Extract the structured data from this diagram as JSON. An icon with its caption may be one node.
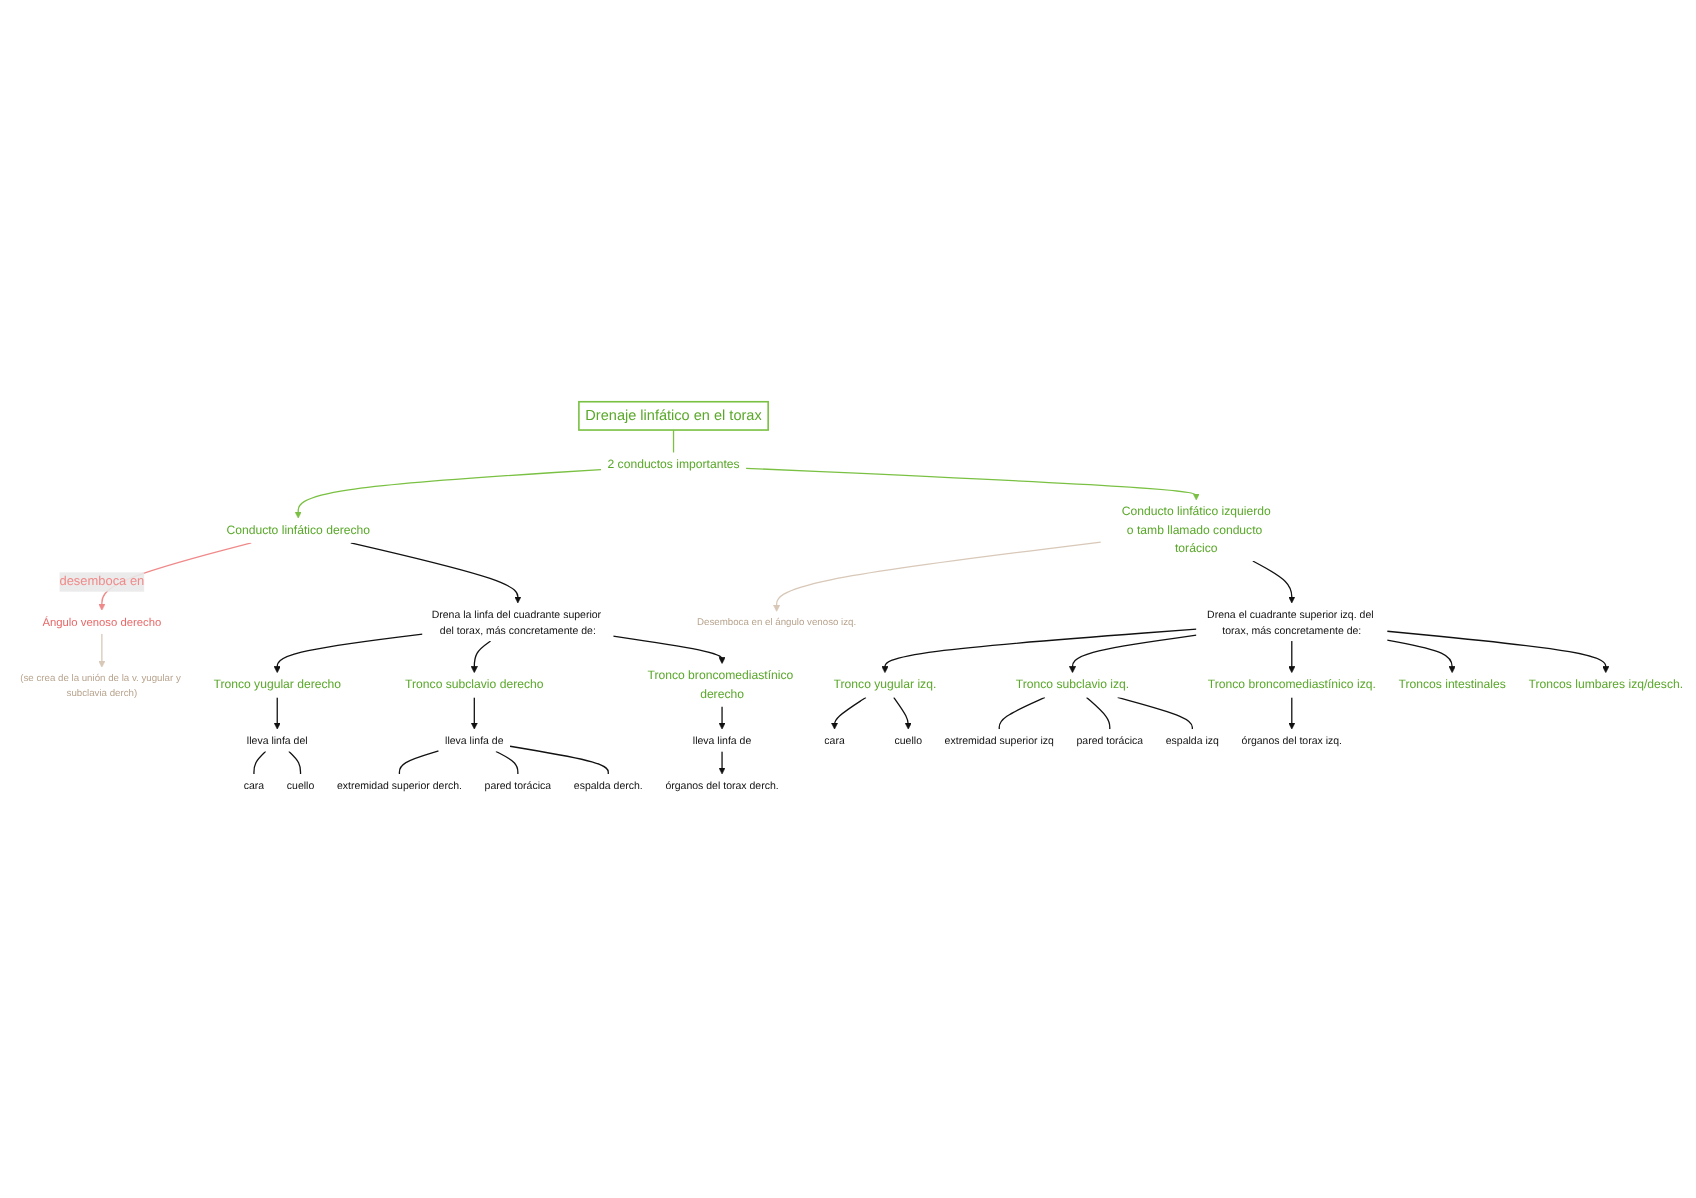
{
  "diagram": {
    "nodes": [
      {
        "text": [
          "Drenaje linfático en el torax"
        ]
      },
      {
        "text": [
          "2 conductos importantes"
        ]
      },
      {
        "text": [
          "Conducto linfático derecho"
        ]
      },
      {
        "text": [
          "(se crea de la unión de la v. yugular y subclavia derch)"
        ]
      },
      {
        "text": [
          "Ángulo venoso derecho"
        ]
      },
      {
        "text": [
          "Conducto linfático izquierdo",
          "o tamb llamado conducto torácico"
        ]
      },
      {
        "text": [
          "Desemboca en el ángulo venoso izq."
        ]
      },
      {
        "text": [
          "Drena la linfa del cuadrante superior del torax, más concretamente de:"
        ]
      },
      {
        "text": [
          "Tronco yugular derecho"
        ]
      },
      {
        "text": [
          "lleva linfa del"
        ]
      },
      {
        "text": [
          "cara"
        ]
      },
      {
        "text": [
          "cuello"
        ]
      },
      {
        "text": [
          "Tronco subclavio derecho"
        ]
      },
      {
        "text": [
          "lleva linfa de"
        ]
      },
      {
        "text": [
          "extremidad superior derch."
        ]
      },
      {
        "text": [
          "pared torácica"
        ]
      },
      {
        "text": [
          "espalda derch."
        ]
      },
      {
        "text": [
          "Tronco broncomediastínico derecho"
        ]
      },
      {
        "text": [
          "lleva linfa de"
        ]
      },
      {
        "text": [
          "órganos del torax derch."
        ]
      },
      {
        "text": [
          "Drena el cuadrante superior izq. del torax, más concretamente de:"
        ]
      },
      {
        "text": [
          "Tronco yugular izq."
        ]
      },
      {
        "text": [
          "cara"
        ]
      },
      {
        "text": [
          "cuello"
        ]
      },
      {
        "text": [
          "Tronco subclavio izq."
        ]
      },
      {
        "text": [
          "extremidad superior izq"
        ]
      },
      {
        "text": [
          "pared torácica"
        ]
      },
      {
        "text": [
          "espalda izq"
        ]
      },
      {
        "text": [
          "Tronco broncomediastínico izq."
        ]
      },
      {
        "text": [
          "órganos del torax izq."
        ]
      },
      {
        "text": [
          "Troncos intestinales"
        ]
      },
      {
        "text": [
          "Troncos lumbares izq/desch."
        ]
      }
    ],
    "edges": [
      {
        "from": 0,
        "to": 1,
        "arrow": "none",
        "color": "#7ac143"
      },
      {
        "from": 1,
        "to": 2,
        "arrow": "to",
        "color": "#7ac143"
      },
      {
        "from": 1,
        "to": 5,
        "arrow": "to",
        "color": "#7ac143"
      },
      {
        "from": 2,
        "to": 4,
        "arrow": "to",
        "label": "desemboca en",
        "color": "#f08a8a"
      },
      {
        "from": 4,
        "to": 3,
        "arrow": "to",
        "color": "#d8c8b8"
      },
      {
        "from": 5,
        "to": 6,
        "arrow": "to",
        "color": "#d8c8b8"
      },
      {
        "from": 2,
        "to": 7,
        "arrow": "to"
      },
      {
        "from": 7,
        "to": 8,
        "arrow": "to"
      },
      {
        "from": 8,
        "to": 9,
        "arrow": "to"
      },
      {
        "from": 9,
        "to": 10,
        "arrow": "none"
      },
      {
        "from": 9,
        "to": 11,
        "arrow": "none"
      },
      {
        "from": 7,
        "to": 12,
        "arrow": "to"
      },
      {
        "from": 12,
        "to": 13,
        "arrow": "to"
      },
      {
        "from": 13,
        "to": 14,
        "arrow": "none"
      },
      {
        "from": 13,
        "to": 15,
        "arrow": "none"
      },
      {
        "from": 13,
        "to": 16,
        "arrow": "none"
      },
      {
        "from": 7,
        "to": 17,
        "arrow": "to"
      },
      {
        "from": 17,
        "to": 18,
        "arrow": "to"
      },
      {
        "from": 18,
        "to": 19,
        "arrow": "to"
      },
      {
        "from": 5,
        "to": 20,
        "arrow": "to"
      },
      {
        "from": 20,
        "to": 21,
        "arrow": "to"
      },
      {
        "from": 21,
        "to": 22,
        "arrow": "to"
      },
      {
        "from": 21,
        "to": 23,
        "arrow": "to"
      },
      {
        "from": 20,
        "to": 24,
        "arrow": "to"
      },
      {
        "from": 24,
        "to": 25,
        "arrow": "none"
      },
      {
        "from": 24,
        "to": 26,
        "arrow": "none"
      },
      {
        "from": 24,
        "to": 27,
        "arrow": "none"
      },
      {
        "from": 20,
        "to": 28,
        "arrow": "to"
      },
      {
        "from": 28,
        "to": 29,
        "arrow": "to"
      },
      {
        "from": 20,
        "to": 30,
        "arrow": "to"
      },
      {
        "from": 20,
        "to": 31,
        "arrow": "to"
      }
    ]
  }
}
